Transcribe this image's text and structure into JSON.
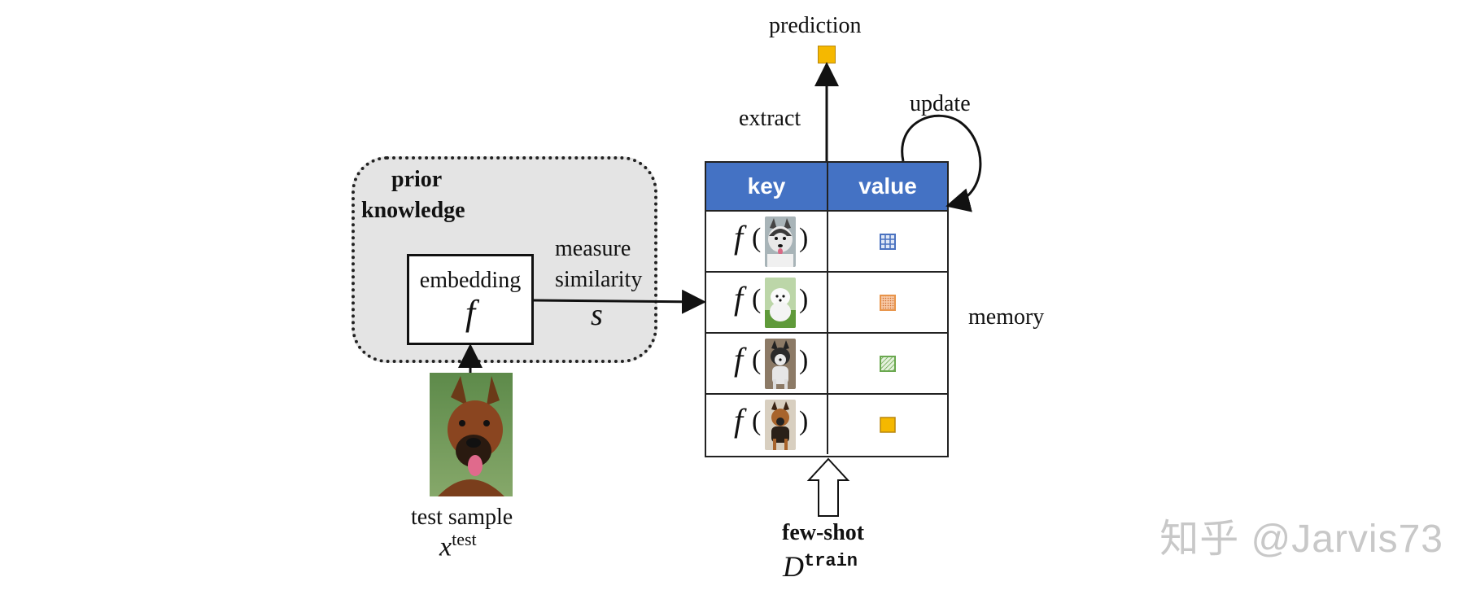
{
  "prior_knowledge": {
    "line1": "prior",
    "line2": "knowledge"
  },
  "embedding": {
    "label": "embedding",
    "symbol": "f"
  },
  "measure": {
    "line1": "measure",
    "line2": "similarity",
    "symbol": "s"
  },
  "test_sample": {
    "label": "test sample",
    "symbol_base": "x",
    "symbol_sup": "test"
  },
  "memory_table": {
    "headers": {
      "key": "key",
      "value": "value"
    },
    "rows": [
      {
        "func": "f",
        "open": "(",
        "close": ")",
        "thumb_icon": "husky-dog-thumbnail",
        "value_icon": "blue-grid-square",
        "value_color": "#4a72c0"
      },
      {
        "func": "f",
        "open": "(",
        "close": ")",
        "thumb_icon": "white-dog-thumbnail",
        "value_icon": "orange-dotted-square",
        "value_color": "#e8944a"
      },
      {
        "func": "f",
        "open": "(",
        "close": ")",
        "thumb_icon": "malamute-dog-thumbnail",
        "value_icon": "green-hatched-square",
        "value_color": "#6aa84f"
      },
      {
        "func": "f",
        "open": "(",
        "close": ")",
        "thumb_icon": "shepherd-dog-thumbnail",
        "value_icon": "yellow-solid-square",
        "value_color": "#f5b800"
      }
    ]
  },
  "labels": {
    "prediction": "prediction",
    "extract": "extract",
    "update": "update",
    "memory": "memory",
    "few_shot": "few-shot",
    "dtrain_base": "D",
    "dtrain_sup": "train"
  },
  "prediction_color": "#f5b800",
  "header_color": "#4472c4",
  "watermark": "知乎 @Jarvis73"
}
